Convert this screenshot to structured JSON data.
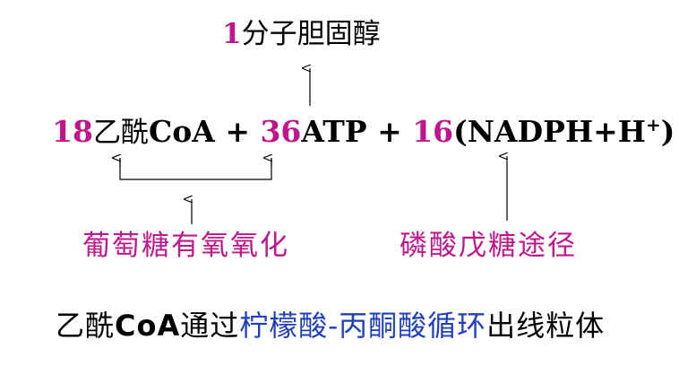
{
  "product": {
    "count": "1",
    "label": "分子胆固醇"
  },
  "equation": {
    "acetyl_coef": "18",
    "acetyl_cn": "乙酰",
    "acetyl_coa": "CoA",
    "plus1": " + ",
    "atp_coef": "36",
    "atp_label": "ATP",
    "plus2": " + ",
    "nadph_coef": "16",
    "nadph_label": "(NADPH+H",
    "nadph_sup": "+",
    "nadph_close": ")"
  },
  "sources": {
    "glucose_oxidation": "葡萄糖有氧氧化",
    "pentose_phosphate": "磷酸戊糖途径"
  },
  "caption": {
    "part1": "乙酰",
    "part2": "CoA",
    "part3": "通过",
    "part4": "柠檬酸-丙酮酸循环",
    "part5": "出线粒体"
  },
  "colors": {
    "accent": "#c0168c",
    "text": "#000000",
    "link": "#1f3fbf"
  }
}
